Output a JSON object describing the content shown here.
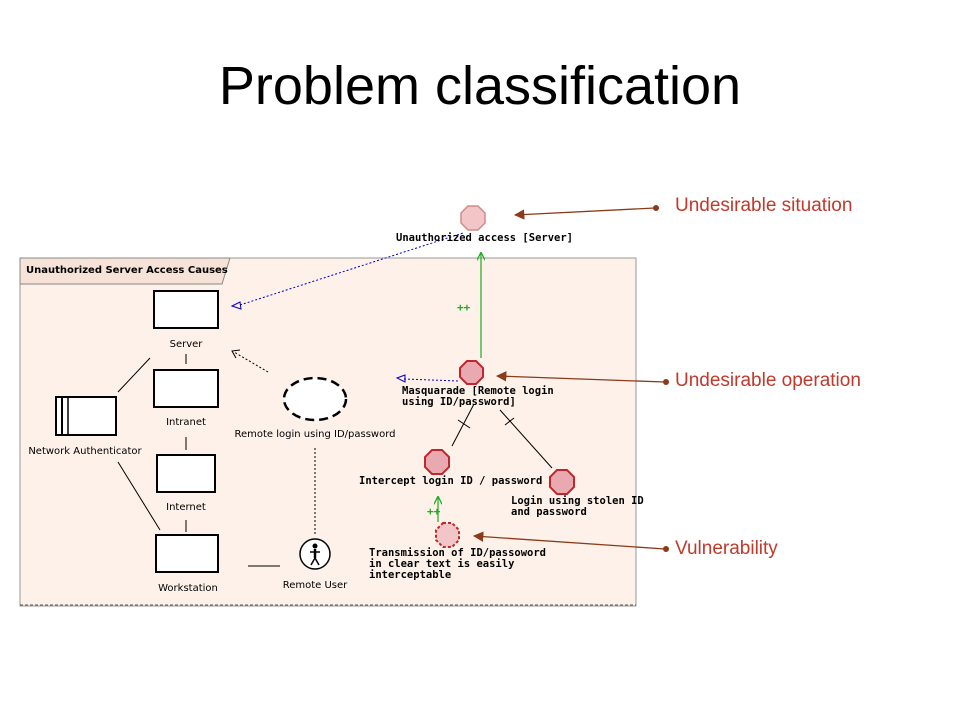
{
  "title": "Problem classification",
  "frame": {
    "label": "Unauthorized Server Access Causes"
  },
  "nodes": {
    "server": "Server",
    "intranet": "Intranet",
    "internet": "Internet",
    "workstation": "Workstation",
    "network_authenticator": "Network Authenticator",
    "remote_user": "Remote User",
    "remote_login": "Remote login using ID/password"
  },
  "threats": {
    "unauthorized_access": "Unauthorized access [Server]",
    "masquerade": [
      "Masquarade [Remote login",
      "using ID/password]"
    ],
    "intercept": "Intercept login ID / password",
    "stolen": [
      "Login using stolen ID",
      "and password"
    ],
    "transmission": [
      "Transmission of ID/passoword",
      "in clear text is easily",
      "interceptable"
    ]
  },
  "contribution_marks": [
    "++",
    "++"
  ],
  "callouts": {
    "situation": "Undesirable situation",
    "operation": "Undesirable operation",
    "vulnerability": "Vulnerability"
  },
  "colors": {
    "callout": "#c0392b",
    "arrow": "#8b3a1a",
    "frame_fill": "#fdf1e9",
    "threat_fill": "#e8aab0",
    "threat_stroke": "#c0272d",
    "contribution": "#22aa22",
    "trace": "#0000cc"
  }
}
